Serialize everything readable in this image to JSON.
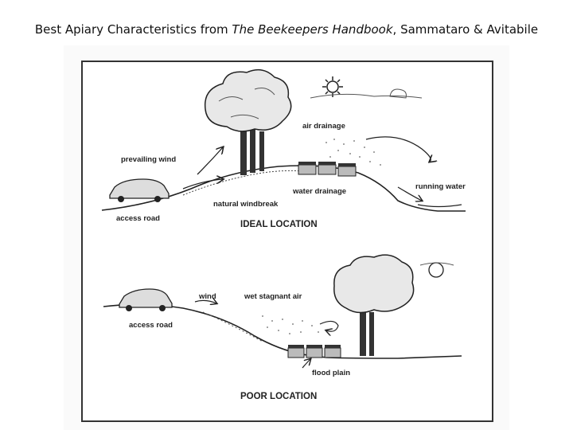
{
  "caption": {
    "prefix": "Best  Apiary Characteristics from ",
    "book": "The Beekeepers Handbook",
    "suffix": ", Sammataro & Avitabile"
  },
  "ideal": {
    "title": "IDEAL LOCATION",
    "labels": {
      "prevailing_wind": "prevailing wind",
      "air_drainage": "air drainage",
      "water_drainage": "water drainage",
      "running_water": "running water",
      "natural_windbreak": "natural windbreak",
      "access_road": "access road"
    }
  },
  "poor": {
    "title": "POOR LOCATION",
    "labels": {
      "wind": "wind",
      "wet_stagnant_air": "wet stagnant air",
      "access_road": "access road",
      "flood_plain": "flood plain"
    }
  }
}
